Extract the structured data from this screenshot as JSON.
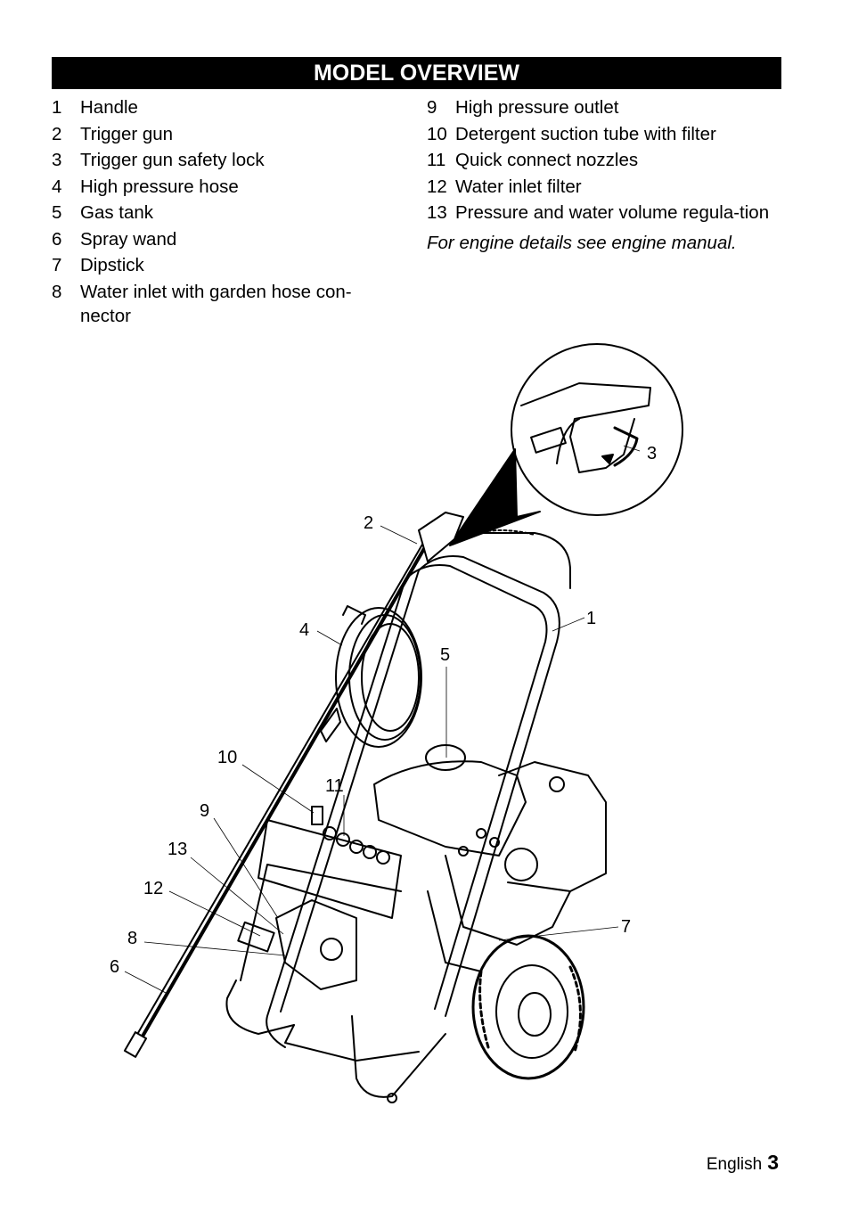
{
  "header": {
    "title": "MODEL OVERVIEW"
  },
  "parts_left": [
    {
      "num": "1",
      "label": "Handle"
    },
    {
      "num": "2",
      "label": "Trigger gun"
    },
    {
      "num": "3",
      "label": "Trigger gun safety lock"
    },
    {
      "num": "4",
      "label": "High pressure hose"
    },
    {
      "num": "5",
      "label": "Gas tank"
    },
    {
      "num": "6",
      "label": "Spray wand"
    },
    {
      "num": "7",
      "label": "Dipstick"
    },
    {
      "num": "8",
      "label": "Water inlet with garden hose con-nector"
    }
  ],
  "parts_right": [
    {
      "num": "9",
      "label": "High pressure outlet"
    },
    {
      "num": "10",
      "label": "Detergent suction tube with filter"
    },
    {
      "num": "11",
      "label": "Quick connect nozzles"
    },
    {
      "num": "12",
      "label": "Water inlet filter"
    },
    {
      "num": "13",
      "label": "Pressure and water volume regula-tion"
    }
  ],
  "note": "For engine details see engine manual.",
  "figure_callouts": [
    "1",
    "2",
    "3",
    "4",
    "5",
    "6",
    "7",
    "8",
    "9",
    "10",
    "11",
    "12",
    "13"
  ],
  "footer": {
    "language": "English",
    "page": "3"
  }
}
